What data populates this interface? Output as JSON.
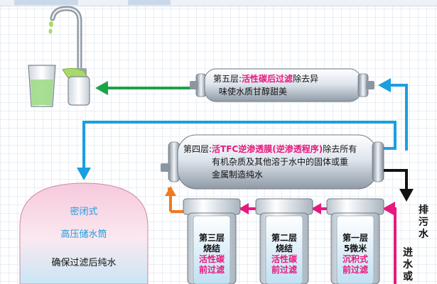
{
  "stage5": {
    "prefix": "第五层:",
    "highlight": "活性碳后过滤",
    "suffix": "除去异",
    "line2": "味使水质甘醇甜美"
  },
  "stage4": {
    "prefix": "第四层:",
    "highlight": "活TFC逆渗透膜(逆渗透程序)",
    "suffix": "除去所有",
    "line2": "有机杂质及其他溶于水中的固体或重",
    "line3": "金属制造纯水"
  },
  "filters": [
    {
      "line1": "第三层",
      "line2": "烧结",
      "red1": "活性碳",
      "red2": "前过滤"
    },
    {
      "line1": "第二层",
      "line2": "烧结",
      "red1": "活性碳",
      "red2": "前过滤"
    },
    {
      "line1": "第一层",
      "line2": "5微米",
      "red1": "沉积式",
      "red2": "前过滤"
    }
  ],
  "tank": {
    "line1": "密闭式",
    "line2": "高压储水筒",
    "line3": "确保过滤后纯水"
  },
  "drain": "排污水",
  "inlet": "进水或",
  "colors": {
    "green": "#1aa44a",
    "blue": "#1b9fe0",
    "orange": "#f07a22",
    "magenta": "#e8197e",
    "black": "#111111"
  }
}
